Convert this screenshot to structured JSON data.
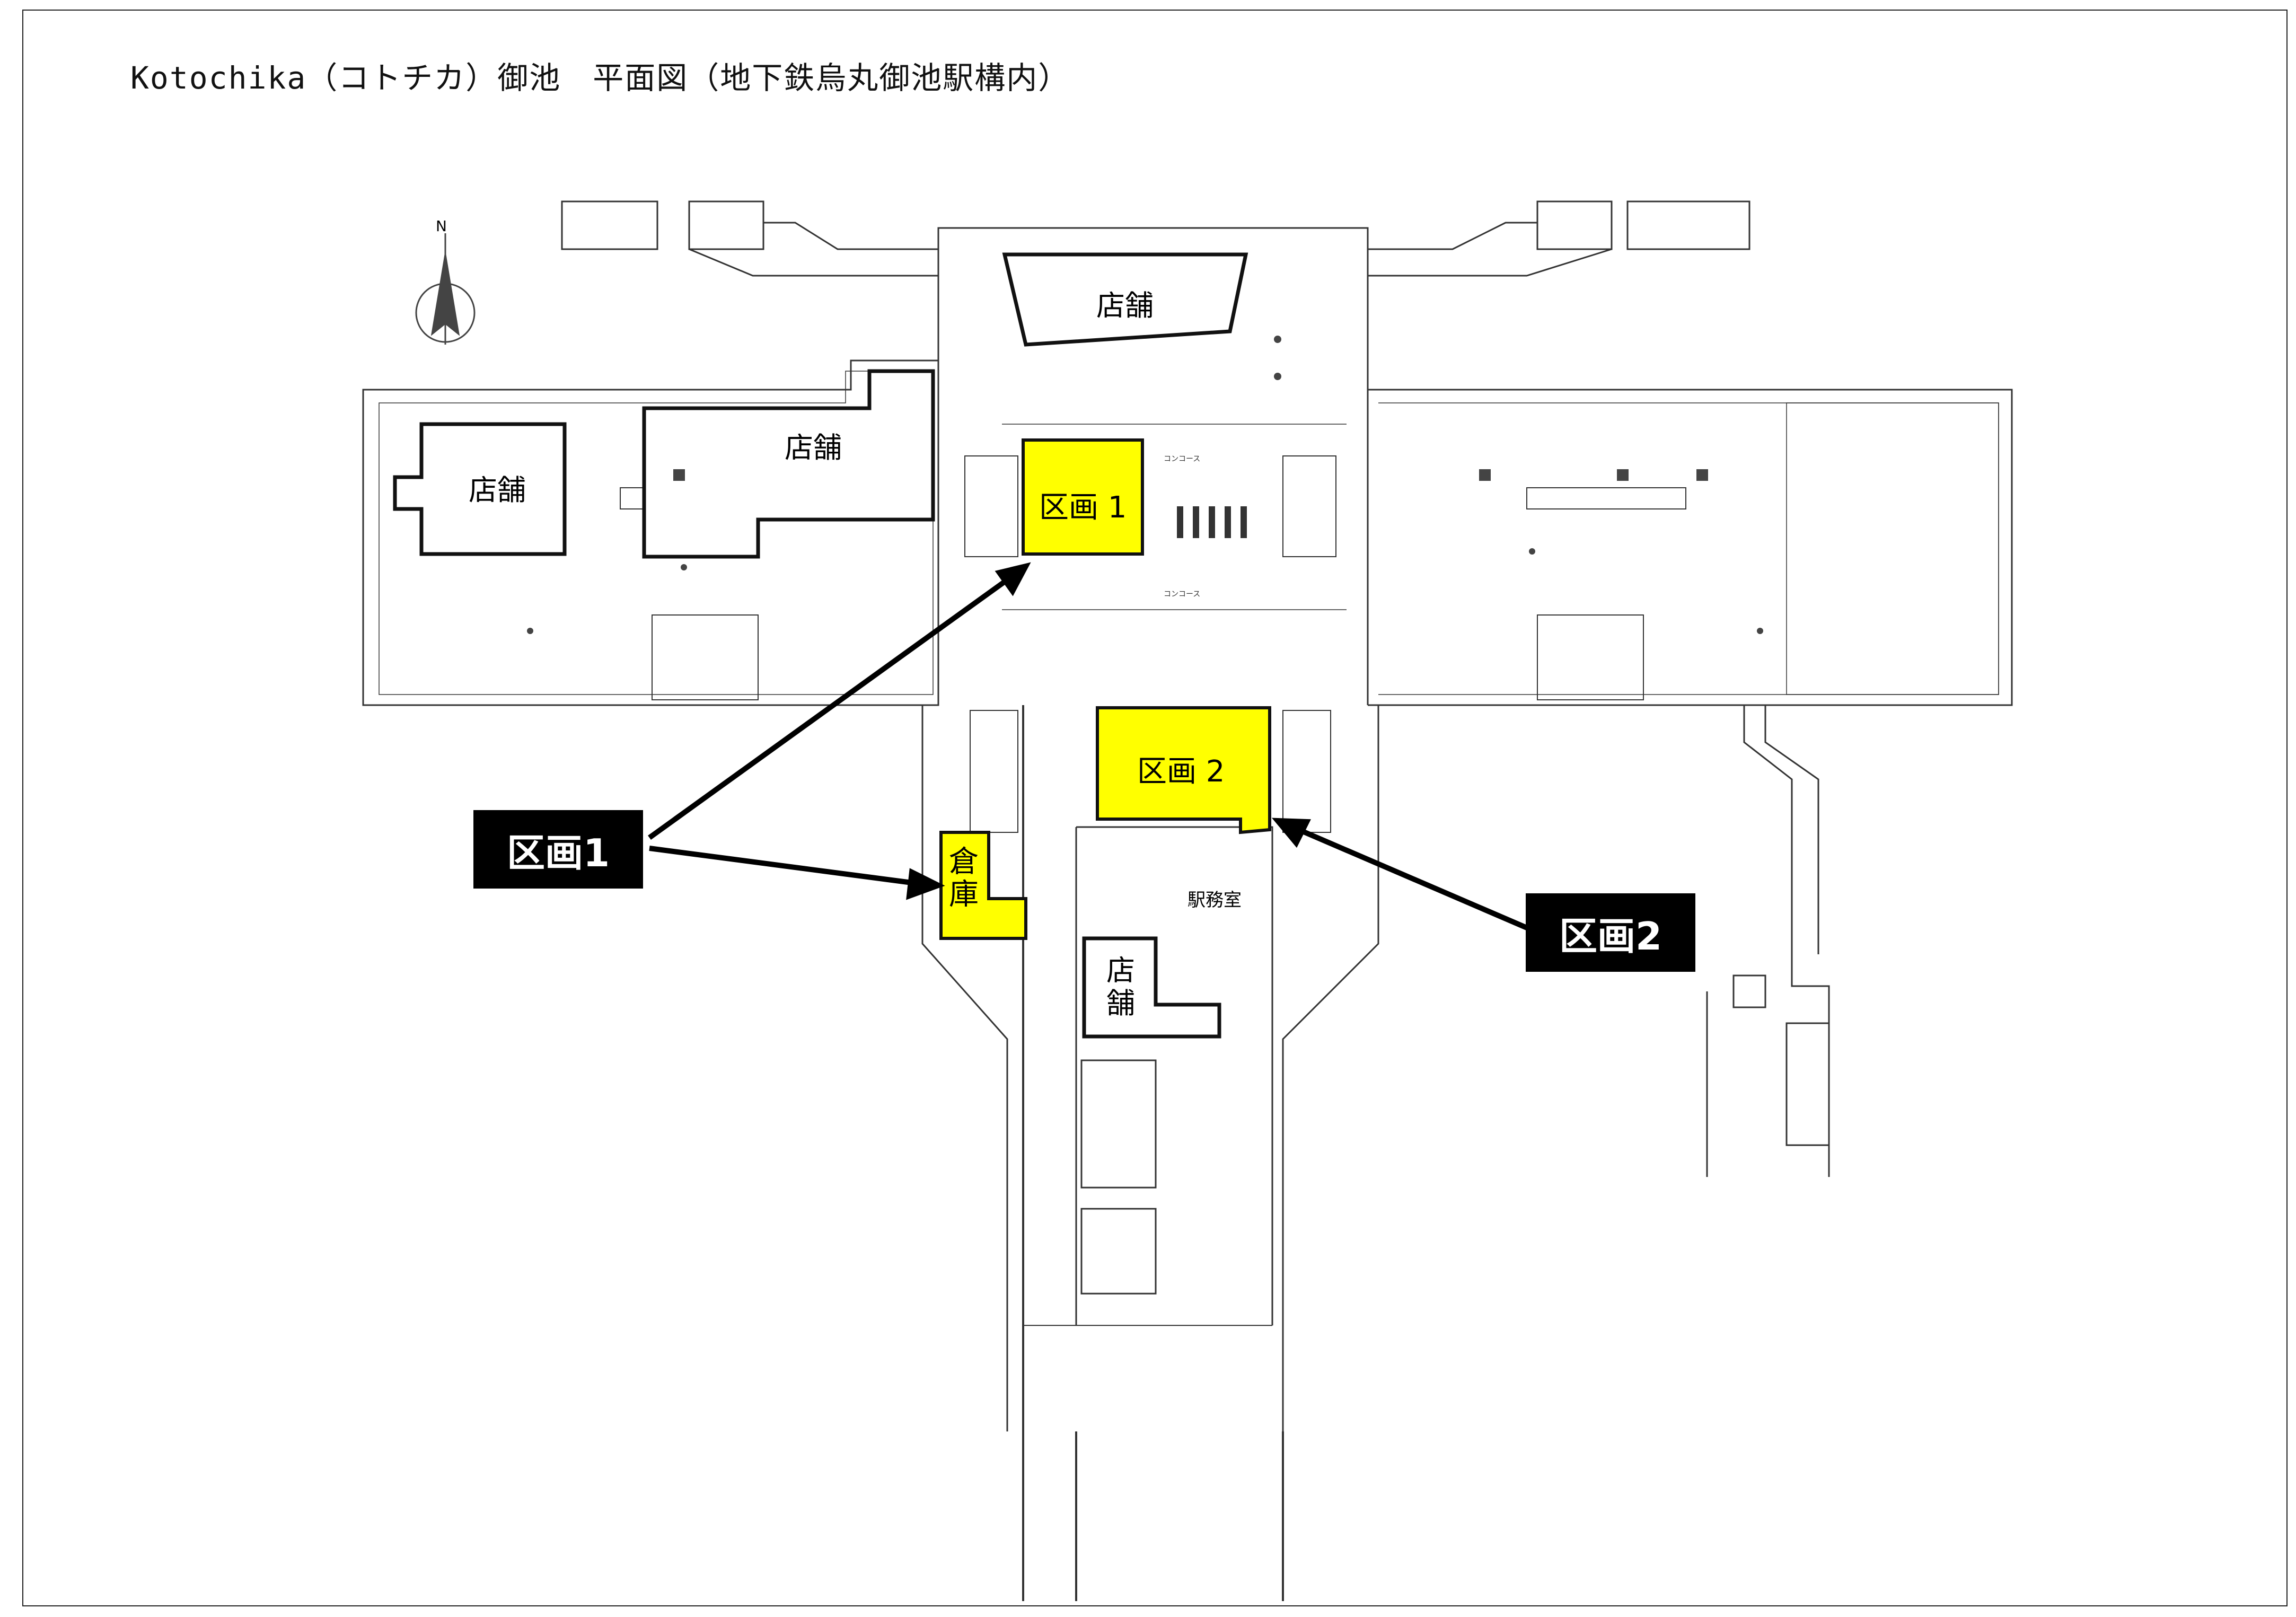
{
  "title": "Kotochika（コトチカ）御池　平面図（地下鉄烏丸御池駅構内）",
  "compass": {
    "north_label": "N",
    "icon": "north-arrow-icon"
  },
  "colors": {
    "highlight": "#ffff00",
    "callout_bg": "#000000",
    "callout_text": "#ffffff",
    "line": "#222222"
  },
  "shops": {
    "top_center": "店舗",
    "left_upper": "店舗",
    "left_lower": "店舗",
    "center_lower": "店\n舗"
  },
  "zones": {
    "zone1": "区画 1",
    "zone2": "区画 2",
    "storage": "倉\n庫"
  },
  "rooms": {
    "station_office": "駅務室",
    "concourse_1": "コンコース",
    "concourse_2": "コンコース"
  },
  "callouts": {
    "c1": "区画1",
    "c2": "区画2"
  }
}
